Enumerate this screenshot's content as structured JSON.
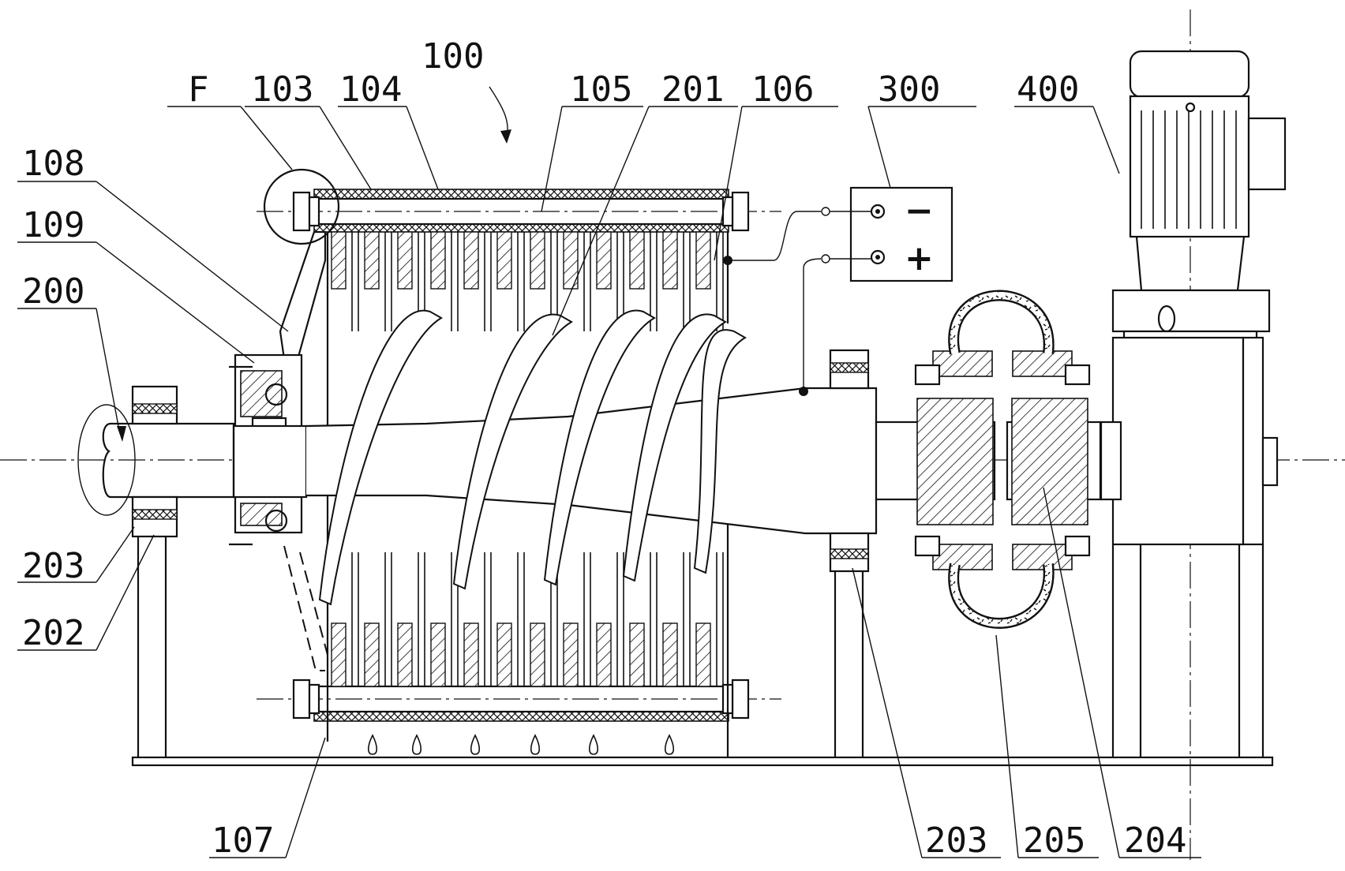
{
  "labels": {
    "l100": "100",
    "lF": "F",
    "l103": "103",
    "l104": "104",
    "l105": "105",
    "l201": "201",
    "l106": "106",
    "l300": "300",
    "l400": "400",
    "l108": "108",
    "l109": "109",
    "l200": "200",
    "l203a": "203",
    "l202": "202",
    "l107": "107",
    "l203b": "203",
    "l205": "205",
    "l204": "204"
  },
  "power_supply": {
    "negative_symbol": "−",
    "positive_symbol": "+"
  }
}
